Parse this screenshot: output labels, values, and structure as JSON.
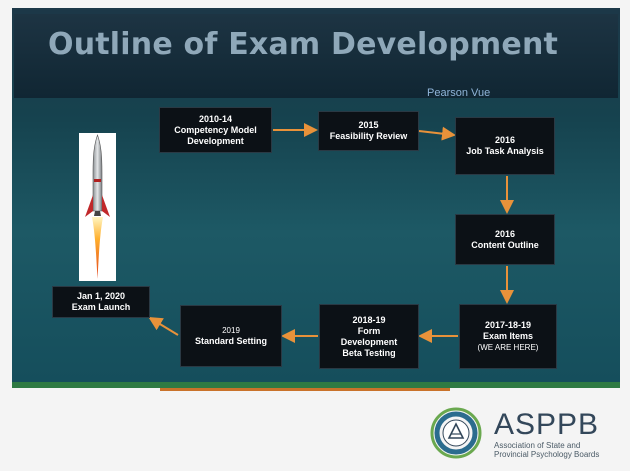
{
  "slide": {
    "title": "Outline of Exam Development",
    "pearson": "Pearson Vue"
  },
  "flow": {
    "step1": {
      "year": "2010-14",
      "label": "Competency Model Development"
    },
    "step2": {
      "year": "2015",
      "label": "Feasibility Review"
    },
    "step3": {
      "year": "2016",
      "label": "Job Task Analysis"
    },
    "step4": {
      "year": "2016",
      "label": "Content Outline"
    },
    "step5": {
      "year": "2017-18-19",
      "label": "Exam Items",
      "note": "(WE ARE HERE)"
    },
    "step6": {
      "year": "2018-19",
      "label1": "Form Development",
      "label2": "Beta Testing"
    },
    "step7": {
      "year": "2019",
      "label": "Standard Setting"
    },
    "step8": {
      "year": "Jan 1, 2020",
      "label": "Exam Launch"
    }
  },
  "logo": {
    "name": "ASPPB",
    "subtitle": "Association of State and Provincial Psychology Boards"
  },
  "colors": {
    "arrow": "#e8923a",
    "box": "#0c1116",
    "title": "#8fa8b9",
    "green_stripe": "#2f7a43"
  },
  "icons": [
    "rocket-icon",
    "asppb-logo-icon"
  ]
}
